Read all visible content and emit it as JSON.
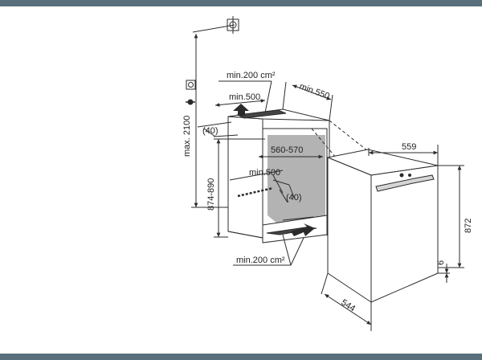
{
  "dims": {
    "min200_top": "min.200 cm²",
    "min500_top": "min.500",
    "min550": "min.550",
    "paren40_left": "(40)",
    "max2100": "max. 2100",
    "h874_890": "874-890",
    "w560_570": "560-570",
    "min500_inner": "min.500",
    "paren40_inner": "(40)",
    "min200_bottom": "min.200 cm²",
    "w559": "559",
    "h872": "872",
    "h6": "6",
    "d544": "544"
  },
  "colors": {
    "frame": "#5a6f7c",
    "line": "#2b2b2b",
    "inner": "#b3b3b3"
  }
}
